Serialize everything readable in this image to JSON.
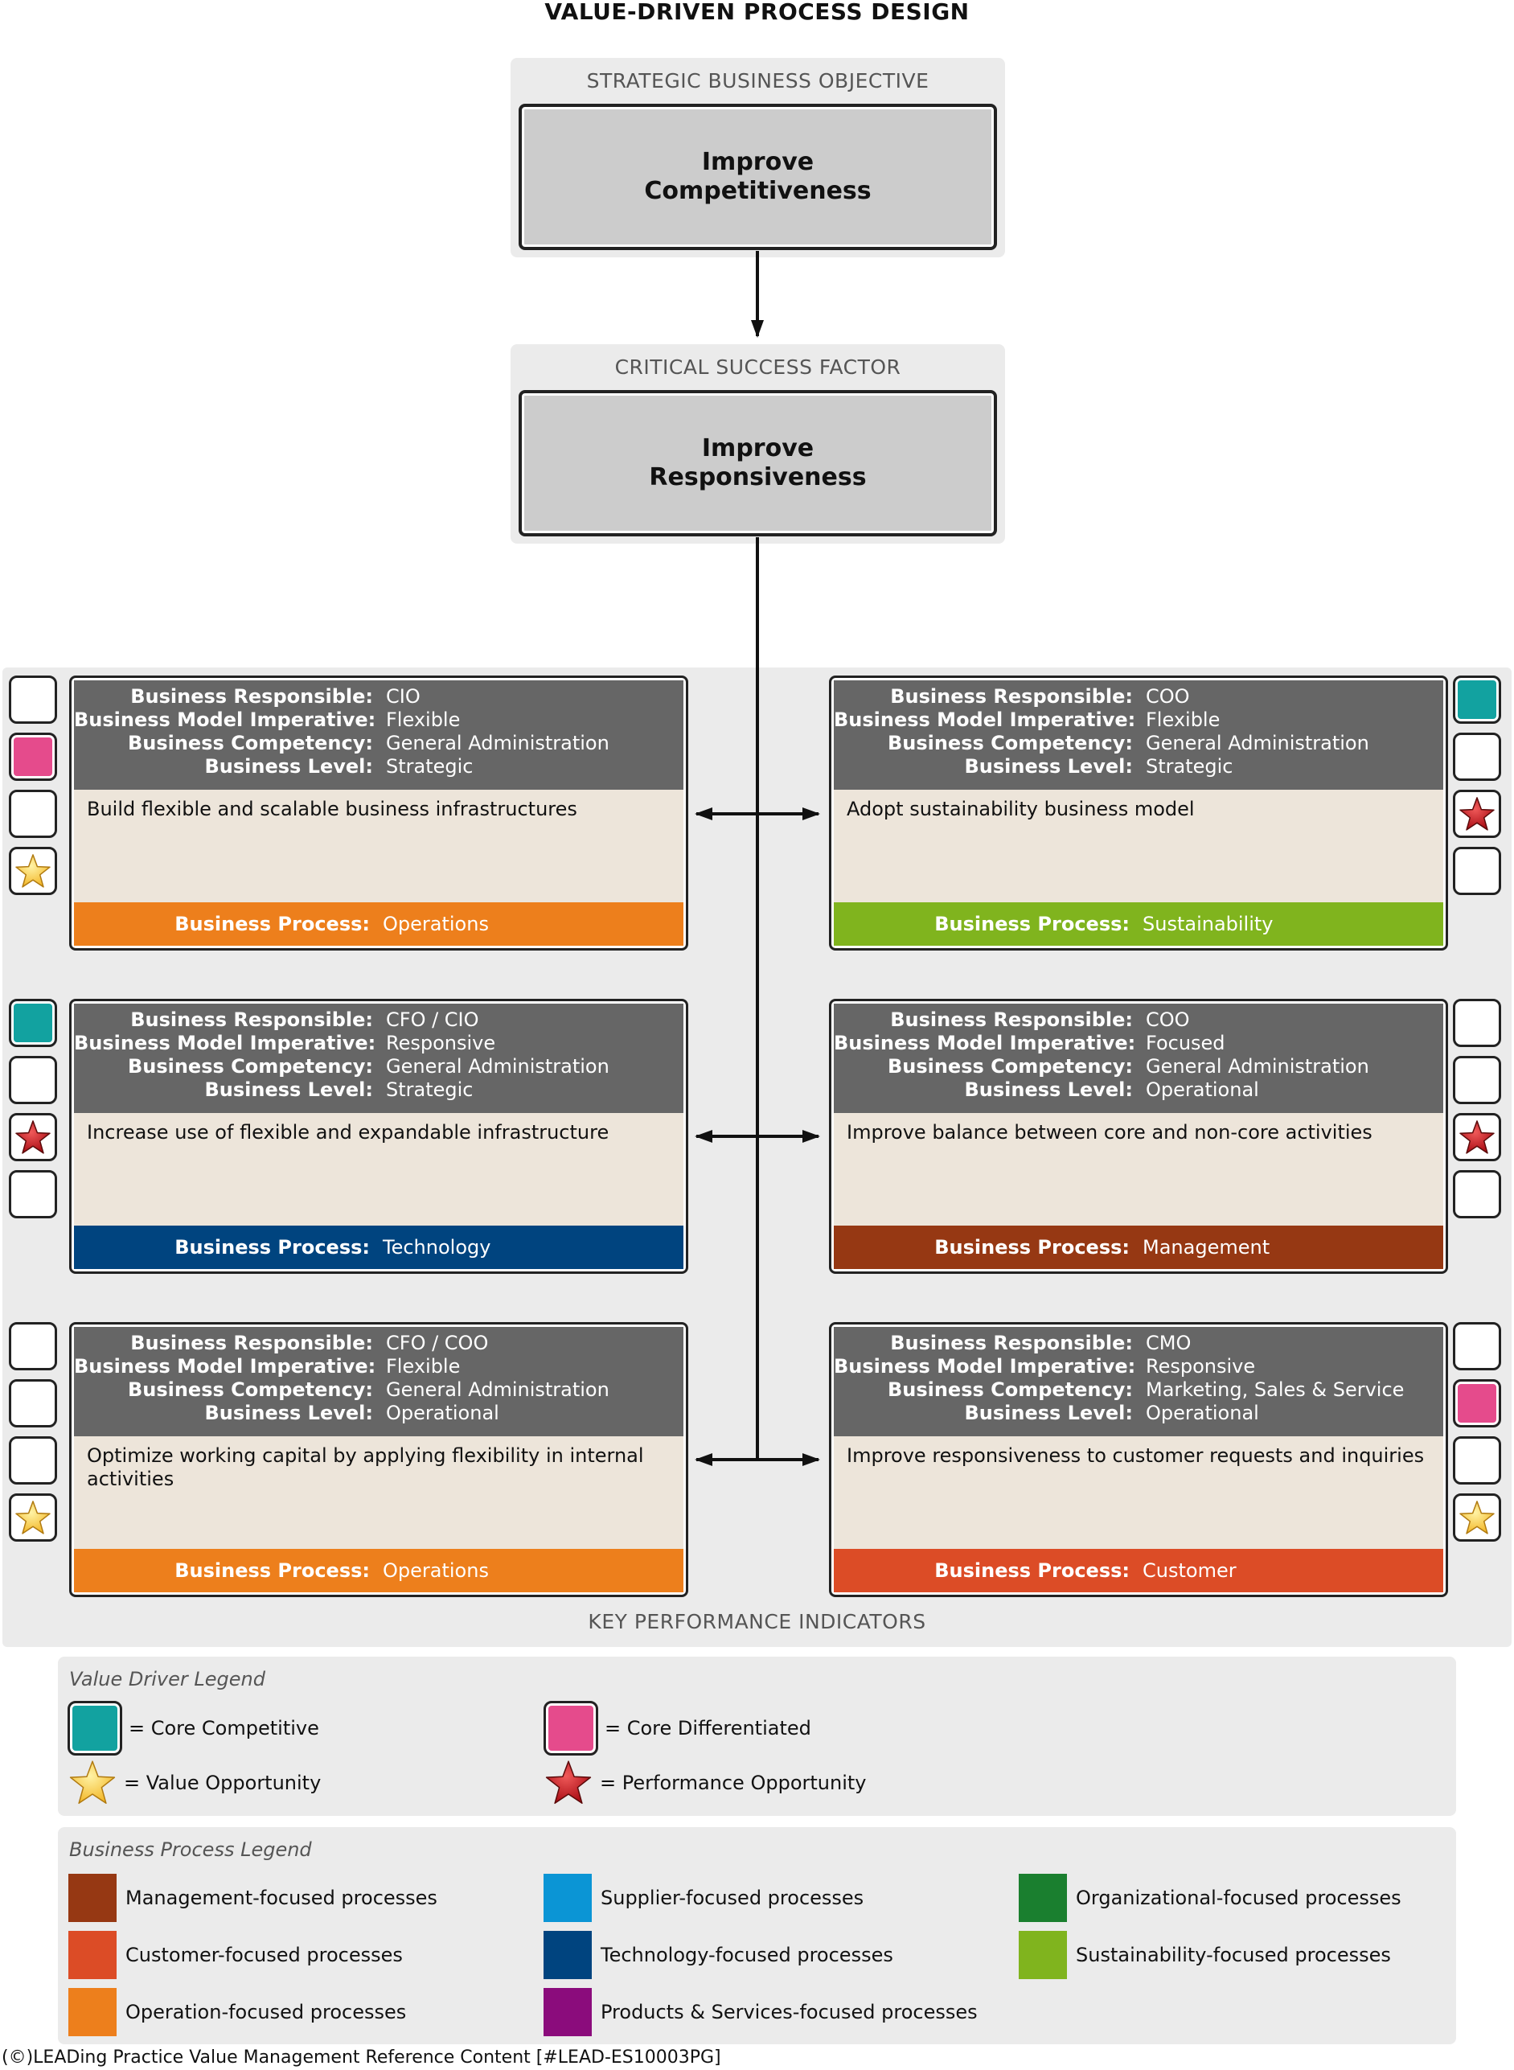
{
  "title": "VALUE-DRIVEN PROCESS DESIGN",
  "objective": {
    "label": "STRATEGIC BUSINESS OBJECTIVE",
    "text": "Improve\nCompetitiveness"
  },
  "csf": {
    "label": "CRITICAL SUCCESS FACTOR",
    "text": "Improve\nResponsiveness"
  },
  "kpi_label": "KEY PERFORMANCE INDICATORS",
  "field_labels": {
    "responsible": "Business Responsible:",
    "imperative": "Business Model Imperative:",
    "competency": "Business Competency:",
    "level": "Business Level:",
    "process": "Business Process:"
  },
  "cards": [
    {
      "responsible": "CIO",
      "imperative": "Flexible",
      "competency": "General Administration",
      "level": "Strategic",
      "description": "Build flexible and scalable business infrastructures",
      "process": "Operations",
      "process_color": "#ed7f1c",
      "indicators": [
        "empty",
        "core-differentiated",
        "empty",
        "value-opportunity"
      ]
    },
    {
      "responsible": "COO",
      "imperative": "Flexible",
      "competency": "General Administration",
      "level": "Strategic",
      "description": "Adopt sustainability business model",
      "process": "Sustainability",
      "process_color": "#80b41e",
      "indicators": [
        "core-competitive",
        "empty",
        "performance-opportunity",
        "empty"
      ]
    },
    {
      "responsible": "CFO / CIO",
      "imperative": "Responsive",
      "competency": "General Administration",
      "level": "Strategic",
      "description": "Increase use of flexible and expandable infrastructure",
      "process": "Technology",
      "process_color": "#00447f",
      "indicators": [
        "core-competitive",
        "empty",
        "performance-opportunity",
        "empty"
      ]
    },
    {
      "responsible": "COO",
      "imperative": "Focused",
      "competency": "General Administration",
      "level": "Operational",
      "description": "Improve balance between core and non-core activities",
      "process": "Management",
      "process_color": "#963813",
      "indicators": [
        "empty",
        "empty",
        "performance-opportunity",
        "empty"
      ]
    },
    {
      "responsible": "CFO / COO",
      "imperative": "Flexible",
      "competency": "General Administration",
      "level": "Operational",
      "description": "Optimize working capital by applying flexibility in internal activities",
      "process": "Operations",
      "process_color": "#ed7f1c",
      "indicators": [
        "empty",
        "empty",
        "empty",
        "value-opportunity"
      ]
    },
    {
      "responsible": "CMO",
      "imperative": "Responsive",
      "competency": "Marketing, Sales & Service",
      "level": "Operational",
      "description": "Improve responsiveness to customer requests and inquiries",
      "process": "Customer",
      "process_color": "#dc4c26",
      "indicators": [
        "empty",
        "core-differentiated",
        "empty",
        "value-opportunity"
      ]
    }
  ],
  "value_driver_legend": {
    "title": "Value Driver Legend",
    "items": [
      {
        "icon": "core-competitive",
        "label": "= Core Competitive",
        "color": "#12a2a0"
      },
      {
        "icon": "core-differentiated",
        "label": "= Core Differentiated",
        "color": "#e54b8c"
      },
      {
        "icon": "value-opportunity",
        "label": "= Value Opportunity",
        "color": "#f9c93a"
      },
      {
        "icon": "performance-opportunity",
        "label": "= Performance Opportunity",
        "color": "#c8161d"
      }
    ]
  },
  "business_process_legend": {
    "title": "Business Process Legend",
    "items": [
      {
        "label": "Management-focused processes",
        "color": "#963813"
      },
      {
        "label": "Customer-focused processes",
        "color": "#dc4c26"
      },
      {
        "label": "Operation-focused processes",
        "color": "#ed7f1c"
      },
      {
        "label": "Supplier-focused processes",
        "color": "#0b95d5"
      },
      {
        "label": "Technology-focused processes",
        "color": "#00447f"
      },
      {
        "label": "Products & Services-focused processes",
        "color": "#8b0c7c"
      },
      {
        "label": "Organizational-focused processes",
        "color": "#1a7f2f"
      },
      {
        "label": "Sustainability-focused processes",
        "color": "#80b41e"
      }
    ]
  },
  "footer": "(©)LEADing Practice Value Management Reference Content [#LEAD-ES10003PG]"
}
